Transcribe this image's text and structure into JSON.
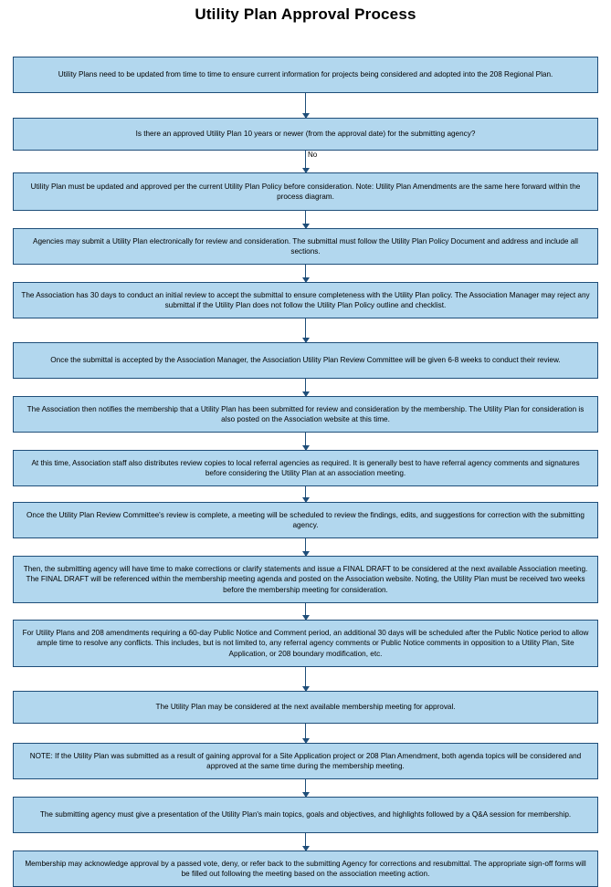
{
  "title": "Utility Plan Approval Process",
  "accent_color": "#b2d7ee",
  "border_color": "#1f4e79",
  "arrow_labels": [
    {
      "text": "No"
    }
  ],
  "steps": [
    {
      "id": "step-1",
      "text": "Utility Plans need to be updated from time to time to ensure current information for projects being considered and adopted into the  208 Regional Plan."
    },
    {
      "id": "step-2",
      "text": "Is there an approved Utility Plan 10 years or newer (from the approval date) for the submitting agency?"
    },
    {
      "id": "step-3",
      "text": "Utility Plan must be updated and approved per the current Utility Plan Policy before consideration. Note: Utility Plan Amendments are the same here forward within the process diagram."
    },
    {
      "id": "step-4",
      "text": "Agencies may submit a Utility Plan electronically for review and consideration. The submittal must follow the Utility Plan Policy Document and address and include all sections."
    },
    {
      "id": "step-5",
      "text": "The Association has 30 days to conduct an initial review to accept the submittal to ensure completeness with the Utility Plan policy. The Association Manager may reject any submittal if the Utility Plan does not follow the Utility Plan Policy outline and checklist."
    },
    {
      "id": "step-6",
      "text": "Once the submittal is accepted by the Association Manager, the Association Utility Plan Review Committee will be given 6-8 weeks to conduct their review."
    },
    {
      "id": "step-7",
      "text": "The Association then  notifies the membership that a Utility Plan has been submitted for review and consideration by the membership. The Utility Plan for consideration is also posted on the Association website at this time."
    },
    {
      "id": "step-8",
      "text": "At this time, Association staff also distributes review copies to local referral agencies as required. It is generally best to have referral agency comments and signatures before considering the Utility Plan at an association meeting."
    },
    {
      "id": "step-9",
      "text": "Once the Utility Plan Review Committee's review is complete, a meeting will be scheduled to review the findings, edits, and suggestions for correction with the submitting agency."
    },
    {
      "id": "step-10",
      "text": "Then, the submitting agency will have time to make corrections or clarify statements and issue a FINAL DRAFT to be considered at the next available Association meeting. The FINAL DRAFT will be referenced within the membership meeting agenda and posted on the Association website. Noting, the Utility Plan must be received two weeks before the membership meeting for consideration."
    },
    {
      "id": "step-11",
      "text": "For Utility Plans and 208 amendments requiring a 60-day Public Notice and Comment period, an additional 30 days will be scheduled after the Public Notice period to allow ample time to resolve any conflicts. This includes, but is not limited to, any referral agency comments or Public Notice comments in opposition to a Utility Plan, Site Application, or 208  boundary modification, etc."
    },
    {
      "id": "step-12",
      "text": "The Utility Plan may be considered at the next available membership meeting for approval."
    },
    {
      "id": "step-13",
      "text": "NOTE: If the Utility Plan was submitted as a result of gaining approval for a Site Application project or 208 Plan Amendment, both agenda topics will be considered and approved at the same time during the membership meeting."
    },
    {
      "id": "step-14",
      "text": "The submitting agency must give a presentation of the Utility Plan's main topics, goals and objectives, and highlights followed by a Q&A session for membership."
    },
    {
      "id": "step-15",
      "text": "Membership may acknowledge approval by a passed vote, deny, or refer back to the submitting Agency for corrections and resubmittal. The appropriate sign-off forms will be filled out following the meeting based on the association meeting action."
    }
  ]
}
